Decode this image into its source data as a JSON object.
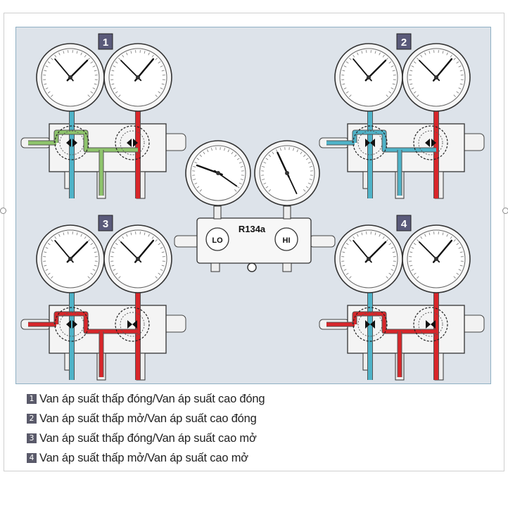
{
  "panels": [
    {
      "label": "1",
      "low_valve": "closed",
      "high_valve": "closed"
    },
    {
      "label": "2",
      "low_valve": "open",
      "high_valve": "closed"
    },
    {
      "label": "3",
      "low_valve": "closed",
      "high_valve": "open"
    },
    {
      "label": "4",
      "low_valve": "open",
      "high_valve": "open"
    }
  ],
  "center_manifold": {
    "refrigerant": "R134a",
    "low_label": "LO",
    "high_label": "HI"
  },
  "legend": [
    {
      "num": "1",
      "text": "Van áp suất thấp đóng/Van áp suất cao đóng"
    },
    {
      "num": "2",
      "text": "Van áp suất thấp mở/Van áp suất cao đóng"
    },
    {
      "num": "3",
      "text": "Van áp suất thấp đóng/Van áp suất cao mở"
    },
    {
      "num": "4",
      "text": "Van áp suất thấp mở/Van áp suất cao mở"
    }
  ],
  "colors": {
    "background": "#dde3ea",
    "border": "#8fb0c4",
    "low_line": "#4fb3c8",
    "high_line": "#d8262a",
    "mix_line": "#8ec46c",
    "badge": "#5a5a7a"
  }
}
